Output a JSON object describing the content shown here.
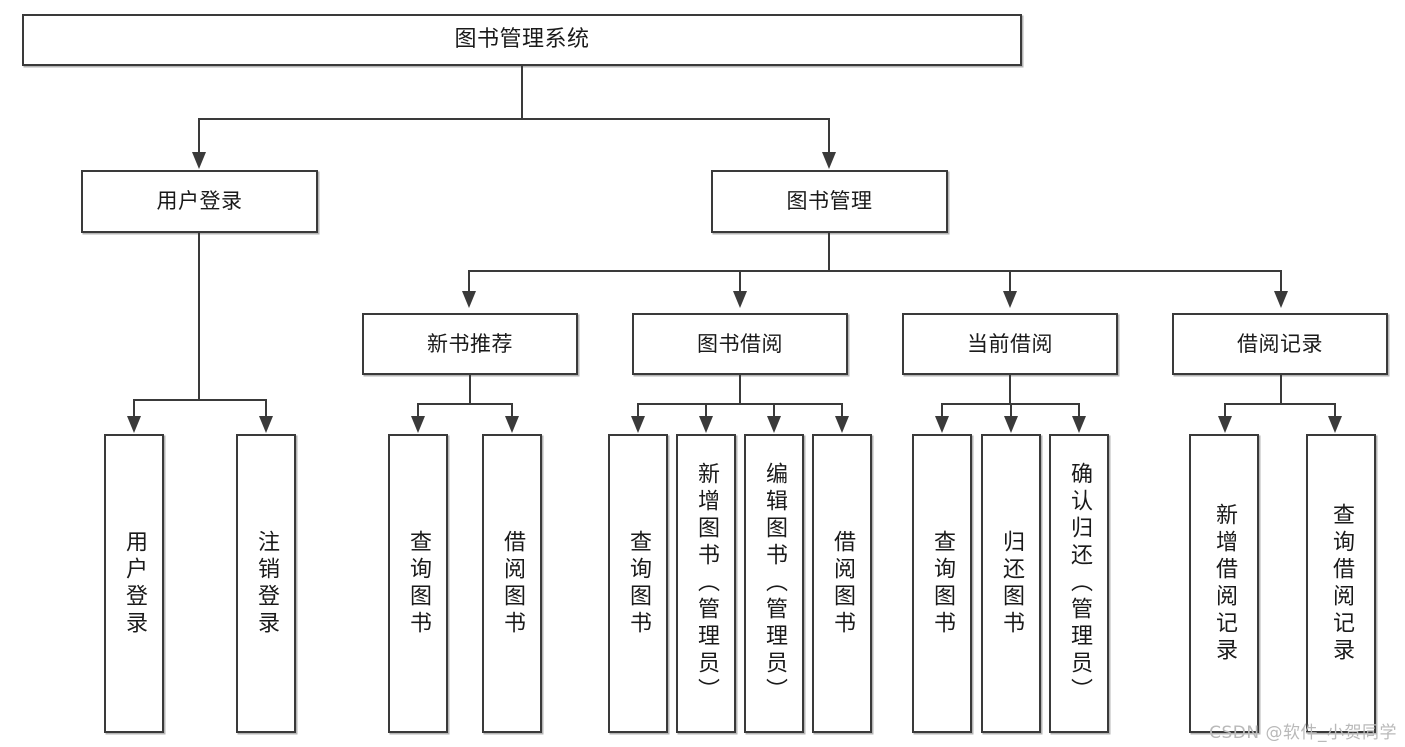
{
  "diagram": {
    "title": "图书管理系统",
    "type": "tree",
    "watermark": "CSDN @软件_小贺同学",
    "accent_color": "#3a3a3a",
    "background_color": "#ffffff"
  },
  "nodes": {
    "root": {
      "label": "图书管理系统"
    },
    "level2": [
      {
        "label": "用户登录"
      },
      {
        "label": "图书管理"
      }
    ],
    "level3": [
      {
        "label": "新书推荐"
      },
      {
        "label": "图书借阅"
      },
      {
        "label": "当前借阅"
      },
      {
        "label": "借阅记录"
      }
    ],
    "leaves": {
      "user_login": [
        {
          "label": "用户登录"
        },
        {
          "label": "注销登录"
        }
      ],
      "new_book_recommend": [
        {
          "label": "查询图书"
        },
        {
          "label": "借阅图书"
        }
      ],
      "book_borrow": [
        {
          "label": "查询图书"
        },
        {
          "label": "新增图书（管理员）"
        },
        {
          "label": "编辑图书（管理员）"
        },
        {
          "label": "借阅图书"
        }
      ],
      "current_borrow": [
        {
          "label": "查询图书"
        },
        {
          "label": "归还图书"
        },
        {
          "label": "确认归还（管理员）"
        }
      ],
      "borrow_record": [
        {
          "label": "新增借阅记录"
        },
        {
          "label": "查询借阅记录"
        }
      ]
    }
  }
}
